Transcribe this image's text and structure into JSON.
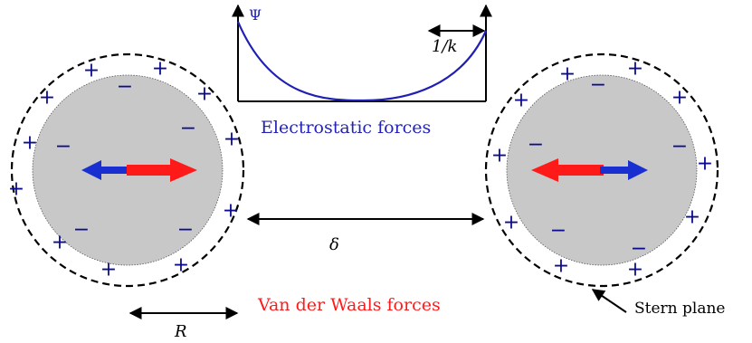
{
  "labels": {
    "psi": "Ψ",
    "debye_length": "1/k",
    "electrostatic": "Electrostatic forces",
    "separation": "δ",
    "van_der_waals": "Van der Waals forces",
    "radius": "R",
    "stern_plane": "Stern plane"
  },
  "signs": {
    "plus": "+",
    "minus": "−"
  },
  "colors": {
    "particle_fill": "#c8c8c8",
    "ion_blue": "#0b0b8f",
    "curve_blue": "#1f1fb4",
    "electrostatic_text": "#2323b8",
    "vdw_red": "#ff1a1a",
    "arrow_blue": "#1a2fd0",
    "black": "#000000"
  },
  "icons": {
    "left_particle_force": "double-arrow-blue-left-red-right",
    "right_particle_force": "double-arrow-red-left-blue-right"
  }
}
